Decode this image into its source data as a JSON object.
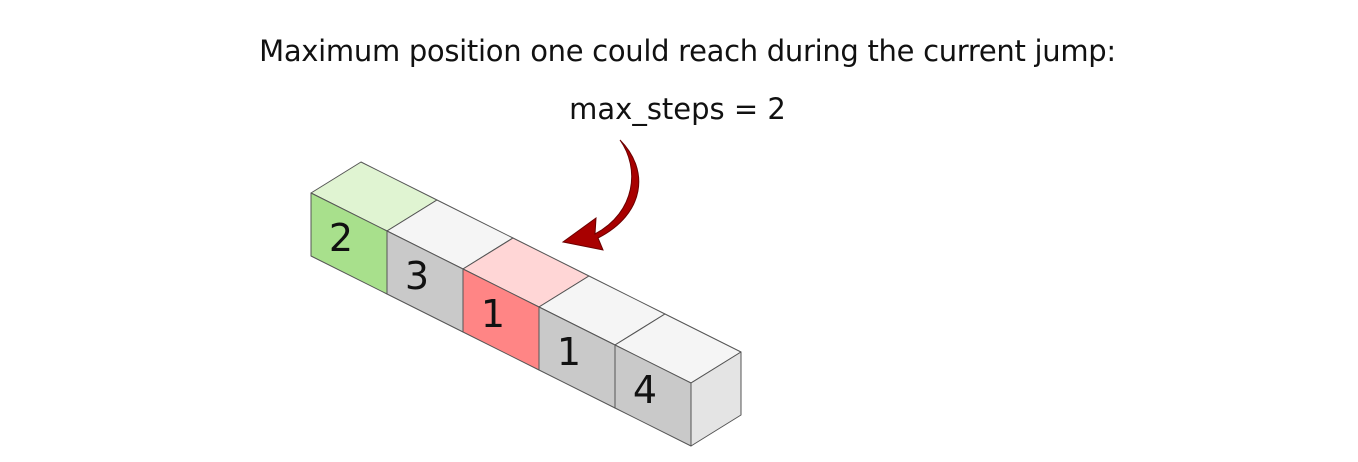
{
  "title": "Maximum position one could reach during the current jump:",
  "variable_label": "max_steps = 2",
  "cubes": [
    {
      "label": "2",
      "state": "visited",
      "colors": {
        "top": "#e0f4d2",
        "front": "#a8e08c",
        "side": "#c9ecb3"
      }
    },
    {
      "label": "3",
      "state": "normal",
      "colors": {
        "top": "#f5f5f5",
        "front": "#c9c9c9",
        "side": "#e4e4e4"
      }
    },
    {
      "label": "1",
      "state": "max-position",
      "colors": {
        "top": "#ffd6d6",
        "front": "#ff8585",
        "side": "#ffb8b8"
      }
    },
    {
      "label": "1",
      "state": "normal",
      "colors": {
        "top": "#f5f5f5",
        "front": "#c9c9c9",
        "side": "#e4e4e4"
      }
    },
    {
      "label": "4",
      "state": "normal",
      "colors": {
        "top": "#f5f5f5",
        "front": "#c9c9c9",
        "side": "#e4e4e4"
      }
    }
  ],
  "arrow_color": "#a80000",
  "edge_color": "#555555"
}
